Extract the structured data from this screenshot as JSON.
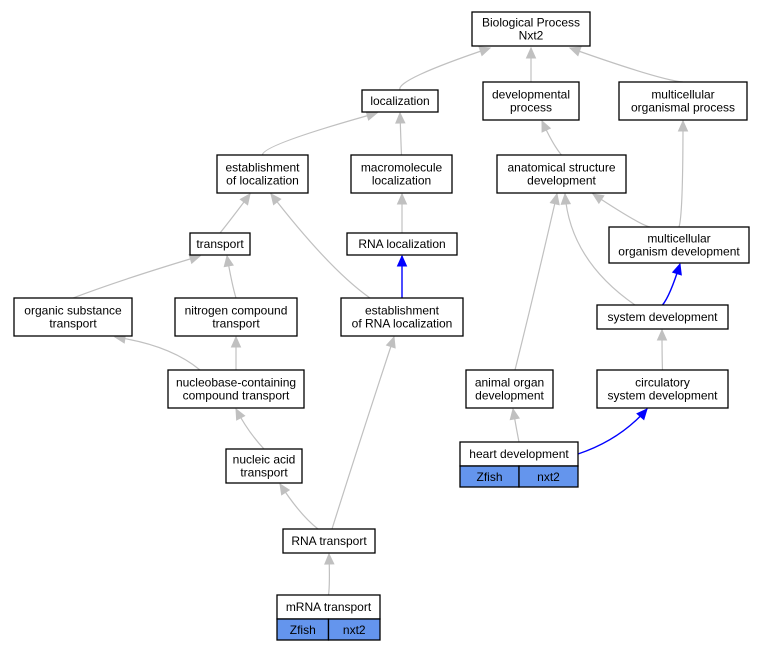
{
  "colors": {
    "edge": "#c0c0c0",
    "edge_highlight": "#0000ff",
    "annotation_fill": "#6495ed",
    "node_border": "#000000"
  },
  "nodes": [
    {
      "id": "bp",
      "lines": [
        "Biological Process",
        "Nxt2"
      ]
    },
    {
      "id": "localization",
      "lines": [
        "localization"
      ]
    },
    {
      "id": "devproc",
      "lines": [
        "developmental",
        "process"
      ]
    },
    {
      "id": "mcproc",
      "lines": [
        "multicellular",
        "organismal process"
      ]
    },
    {
      "id": "estloc",
      "lines": [
        "establishment",
        "of localization"
      ]
    },
    {
      "id": "macroloc",
      "lines": [
        "macromolecule",
        "localization"
      ]
    },
    {
      "id": "anatdev",
      "lines": [
        "anatomical structure",
        "development"
      ]
    },
    {
      "id": "transport",
      "lines": [
        "transport"
      ]
    },
    {
      "id": "rnaloc",
      "lines": [
        "RNA localization"
      ]
    },
    {
      "id": "mcdev",
      "lines": [
        "multicellular",
        "organism development"
      ]
    },
    {
      "id": "orgsub",
      "lines": [
        "organic substance",
        "transport"
      ]
    },
    {
      "id": "nitro",
      "lines": [
        "nitrogen compound",
        "transport"
      ]
    },
    {
      "id": "estrna",
      "lines": [
        "establishment",
        "of RNA localization"
      ]
    },
    {
      "id": "sysdev",
      "lines": [
        "system development"
      ]
    },
    {
      "id": "nucleobase",
      "lines": [
        "nucleobase-containing",
        "compound transport"
      ]
    },
    {
      "id": "animorg",
      "lines": [
        "animal organ",
        "development"
      ]
    },
    {
      "id": "circ",
      "lines": [
        "circulatory",
        "system development"
      ]
    },
    {
      "id": "heart",
      "lines": [
        "heart development"
      ],
      "tags": [
        "Zfish",
        "nxt2"
      ]
    },
    {
      "id": "nucacid",
      "lines": [
        "nucleic acid",
        "transport"
      ]
    },
    {
      "id": "rnatrans",
      "lines": [
        "RNA transport"
      ]
    },
    {
      "id": "mrna",
      "lines": [
        "mRNA transport"
      ],
      "tags": [
        "Zfish",
        "nxt2"
      ]
    }
  ]
}
